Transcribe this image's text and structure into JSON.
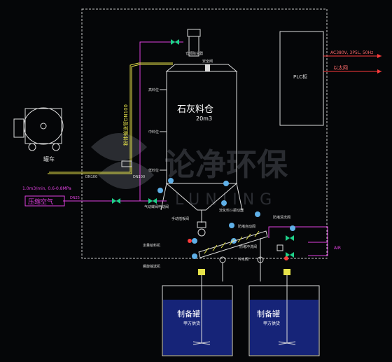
{
  "silo": {
    "title": "石灰料仓",
    "volume": "20m3",
    "level_top": "高料位",
    "level_mid": "中料位",
    "level_low": "低料位",
    "dust_collector": "仓顶除尘器",
    "safety_valve": "安全阀"
  },
  "plc": {
    "label": "PLC柜",
    "power": "AC380V, 3P5L, 50Hz",
    "ethernet": "以太网"
  },
  "tanker": {
    "label": "罐车"
  },
  "lines": {
    "conveying_pipe": "粉体输送管DN100",
    "pipe_size_a": "DN100",
    "pipe_size_b": "DN100",
    "air_label": "压缩空气",
    "air_spec": "1.0m3/min, 0.6-0.8MPa",
    "air_dn": "DN25",
    "air_tag": "AIR"
  },
  "equipment": {
    "pneumatic_valve": "气动蝶阀电动阀",
    "fluidizing_valve": "流化料斗振动器",
    "manual_valve": "手动插板阀",
    "dosing_machine": "定量给料机",
    "screw_conveyor": "螺旋输送机",
    "auto_flush_1": "防堵自动阀",
    "auto_flush_2": "防堵清洗阀",
    "flush_valve": "防堵冲洗阀",
    "water_valve": "冲水阀"
  },
  "tanks": [
    {
      "name": "制备罐",
      "sub": "甲方供货"
    },
    {
      "name": "制备罐",
      "sub": "甲方供货"
    }
  ],
  "watermark": {
    "cn": "论净环保",
    "en": "LUNJING"
  },
  "colors": {
    "frame": "#c8c8c8",
    "silo": "#dcdcdc",
    "conveying": "#e6e34a",
    "air": "#e040e0",
    "water": "#1fd18a",
    "equipment": "#5fb0e8",
    "tank_fill": "#1a2a8c",
    "red_label": "#ff3b3b"
  }
}
